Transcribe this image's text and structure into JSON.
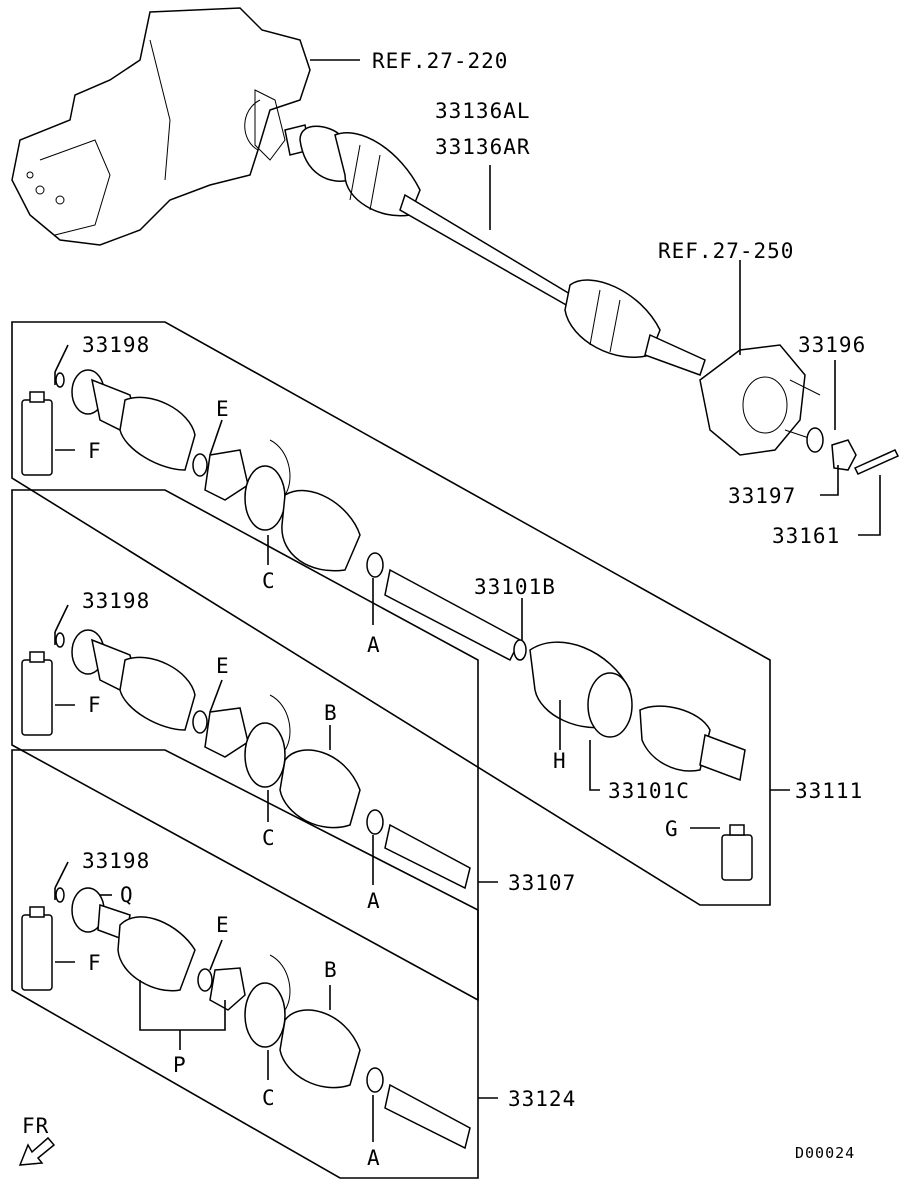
{
  "diagram": {
    "labels": {
      "ref_transaxle": "REF.27-220",
      "ref_hub": "REF.27-250",
      "shaft_left": "33136AL",
      "shaft_right": "33136AR",
      "grease_1": "33198",
      "grease_2": "33198",
      "grease_3": "33198",
      "washer": "33196",
      "nut": "33197",
      "cotter_pin": "33161",
      "band_kit": "33101B",
      "boot_kit_c": "33101C",
      "assy_1": "33111",
      "assy_2": "33107",
      "assy_3": "33124",
      "e1": "E",
      "e2": "E",
      "e3": "E",
      "f1": "F",
      "f2": "F",
      "f3": "F",
      "c1": "C",
      "c2": "C",
      "c3": "C",
      "a1": "A",
      "a2": "A",
      "a3": "A",
      "b1": "B",
      "b2": "B",
      "g": "G",
      "h": "H",
      "p": "P",
      "q": "Q",
      "front": "FR",
      "code": "D00024"
    },
    "icons": {
      "front_arrow": "front-arrow-icon"
    }
  }
}
